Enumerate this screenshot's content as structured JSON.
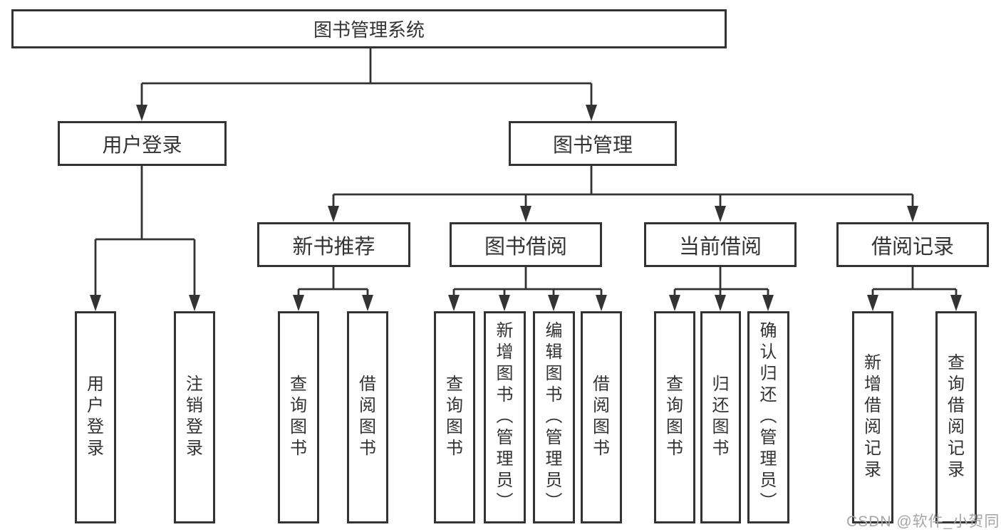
{
  "colors": {
    "line": "#333333",
    "text": "#333333",
    "watermark_color": "#a6a6a6",
    "background": "#ffffff"
  },
  "root": {
    "label": "图书管理系统"
  },
  "level2": [
    {
      "label": "用户登录"
    },
    {
      "label": "图书管理"
    }
  ],
  "level3": [
    {
      "label": "新书推荐"
    },
    {
      "label": "图书借阅"
    },
    {
      "label": "当前借阅"
    },
    {
      "label": "借阅记录"
    }
  ],
  "level4": {
    "user_login": [
      {
        "label": "用户登录"
      },
      {
        "label": "注销登录"
      }
    ],
    "new_book": [
      {
        "label": "查询图书"
      },
      {
        "label": "借阅图书"
      }
    ],
    "book_borrow": [
      {
        "label": "查询图书"
      },
      {
        "label": "新增图书（管理员）"
      },
      {
        "label": "编辑图书（管理员）"
      },
      {
        "label": "借阅图书"
      }
    ],
    "current_borrow": [
      {
        "label": "查询图书"
      },
      {
        "label": "归还图书"
      },
      {
        "label": "确认归还（管理员）"
      }
    ],
    "borrow_record": [
      {
        "label": "新增借阅记录"
      },
      {
        "label": "查询借阅记录"
      }
    ]
  },
  "watermark": {
    "text": "CSDN @软件_小贺同学"
  }
}
